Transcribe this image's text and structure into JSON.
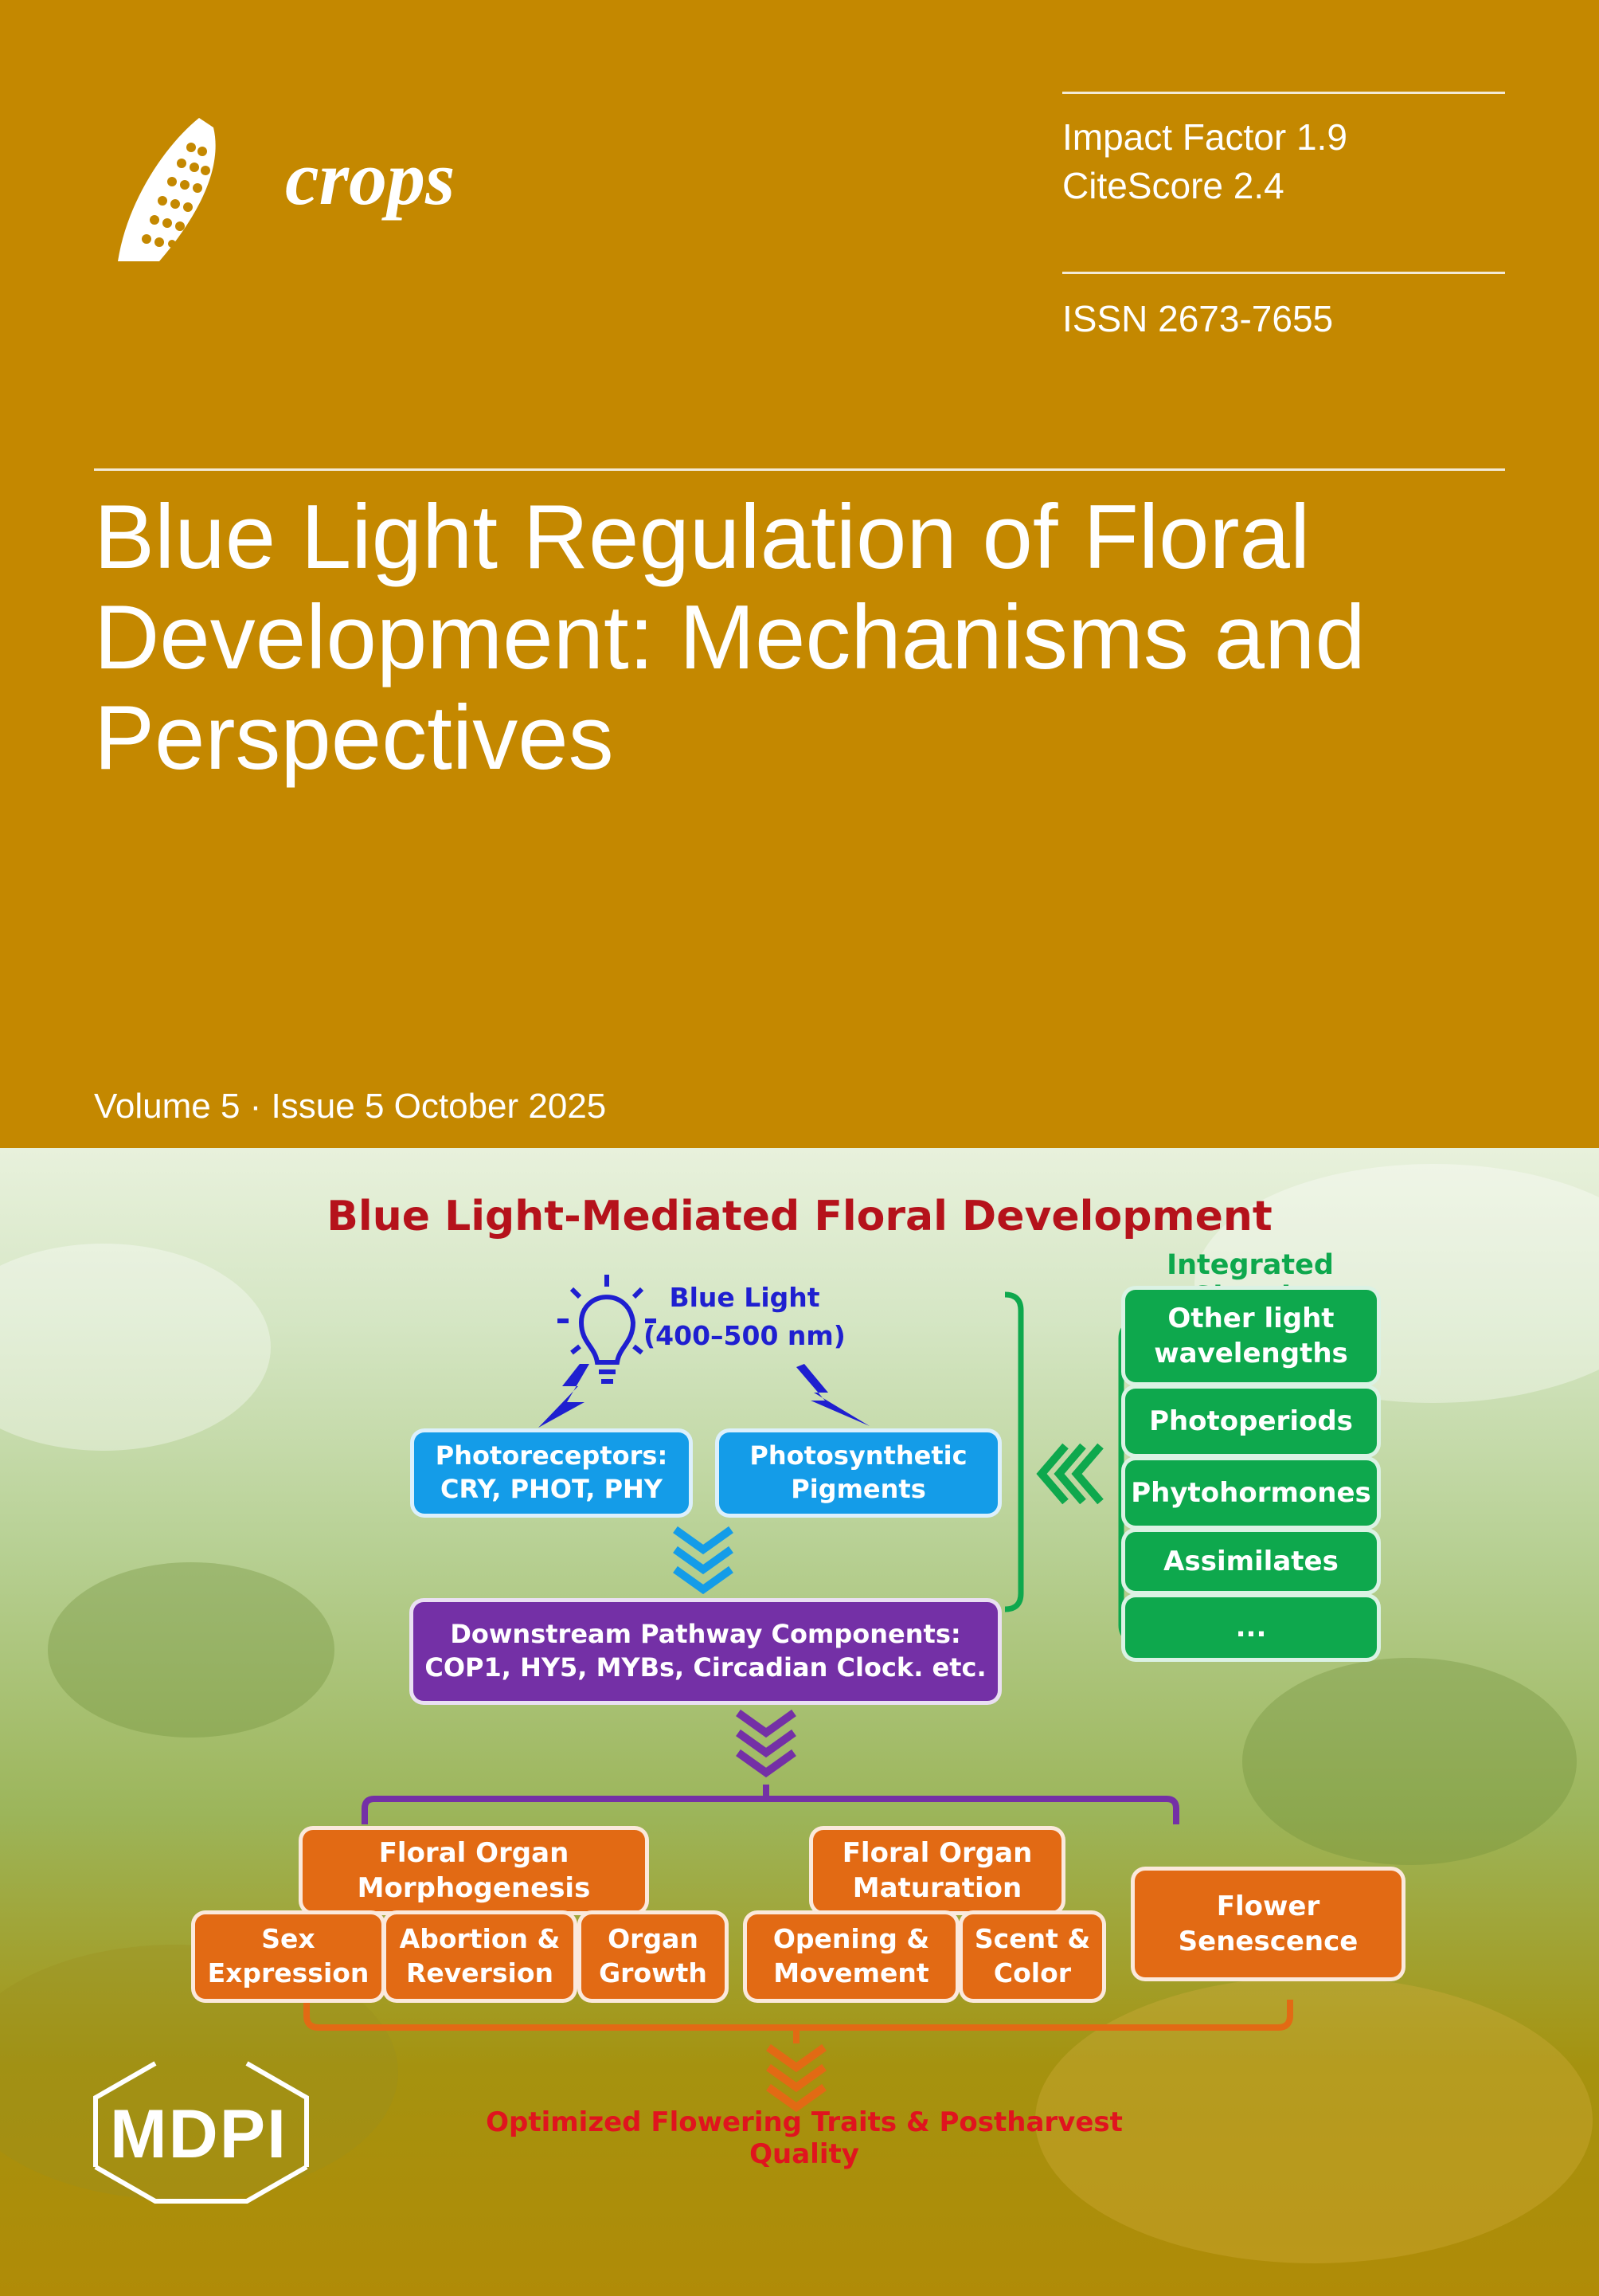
{
  "journal": {
    "name": "crops",
    "impact_factor": "Impact Factor 1.9",
    "citescore": "CiteScore 2.4",
    "issn": "ISSN 2673-7655",
    "logo_icon": "corn-cob-icon"
  },
  "article": {
    "title_line1": "Blue Light Regulation of Floral",
    "title_line2": "Development: Mechanisms and",
    "title_line3": "Perspectives"
  },
  "issue": {
    "volume_issue": "Volume 5 · Issue 5 October 2025"
  },
  "figure": {
    "title": "Blue Light-Mediated Floral Development",
    "blue_light_line1": "Blue Light",
    "blue_light_line2": "(400–500 nm)",
    "photoreceptors_line1": "Photoreceptors:",
    "photoreceptors_line2": "CRY, PHOT, PHY",
    "pigments_line1": "Photosynthetic",
    "pigments_line2": "Pigments",
    "downstream_line1": "Downstream Pathway Components:",
    "downstream_line2": "COP1, HY5, MYBs, Circadian Clock. etc.",
    "integrated_title": "Integrated Signals",
    "signals": [
      {
        "line1": "Other light",
        "line2": "wavelengths"
      },
      {
        "line1": "Photoperiods",
        "line2": ""
      },
      {
        "line1": "Phytohormones",
        "line2": ""
      },
      {
        "line1": "Assimilates",
        "line2": ""
      },
      {
        "line1": "...",
        "line2": ""
      }
    ],
    "morphogenesis_line1": "Floral Organ",
    "morphogenesis_line2": "Morphogenesis",
    "maturation_line1": "Floral Organ",
    "maturation_line2": "Maturation",
    "sex_line1": "Sex",
    "sex_line2": "Expression",
    "abortion_line1": "Abortion &",
    "abortion_line2": "Reversion",
    "growth_line1": "Organ",
    "growth_line2": "Growth",
    "opening_line1": "Opening &",
    "opening_line2": "Movement",
    "scent_line1": "Scent &",
    "scent_line2": "Color",
    "senescence_line1": "Flower",
    "senescence_line2": "Senescence",
    "outcome": "Optimized Flowering Traits & Postharvest Quality",
    "colors": {
      "title_red": "#b5121b",
      "blue_text": "#1f1fd0",
      "green_text": "#0ea84d",
      "blue_box": "#149ce8",
      "purple_box": "#7430a6",
      "green_box": "#0ea84d",
      "orange_box": "#e26a14",
      "outcome_red": "#e0141e"
    }
  },
  "publisher": {
    "name": "MDPI"
  }
}
